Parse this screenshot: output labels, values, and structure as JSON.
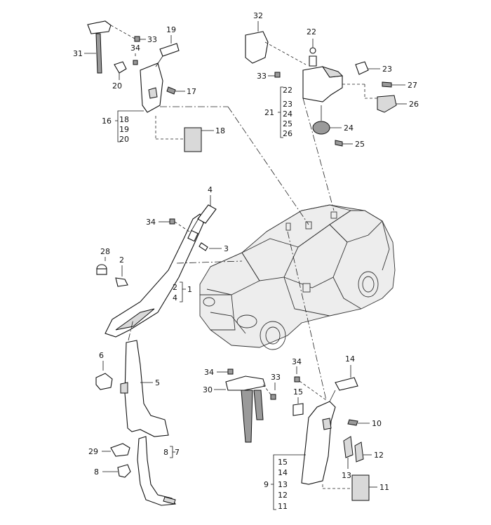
{
  "callouts": {
    "n1": "1",
    "n2a": "2",
    "n2b": "2",
    "n3": "3",
    "n4a": "4",
    "n4b": "4",
    "n5": "5",
    "n6": "6",
    "n7": "7",
    "n8a": "8",
    "n8b": "8",
    "n9": "9",
    "n10": "10",
    "n11a": "11",
    "n11b": "11",
    "n12a": "12",
    "n12b": "12",
    "n13a": "13",
    "n13b": "13",
    "n14": "14",
    "n15a": "15",
    "n15b": "15",
    "n14b": "14",
    "n16": "16",
    "n17": "17",
    "n18a": "18",
    "n18b": "18",
    "n19a": "19",
    "n19b": "19",
    "n20a": "20",
    "n20b": "20",
    "n21": "21",
    "n22a": "22",
    "n22b": "22",
    "n23a": "23",
    "n23b": "23",
    "n24a": "24",
    "n24b": "24",
    "n25a": "25",
    "n25b": "25",
    "n26a": "26",
    "n26b": "26",
    "n27": "27",
    "n28": "28",
    "n29": "29",
    "n30": "30",
    "n31": "31",
    "n32": "32",
    "n33a": "33",
    "n33b": "33",
    "n33c": "33",
    "n34a": "34",
    "n34b": "34",
    "n34c": "34",
    "n34d": "34"
  }
}
